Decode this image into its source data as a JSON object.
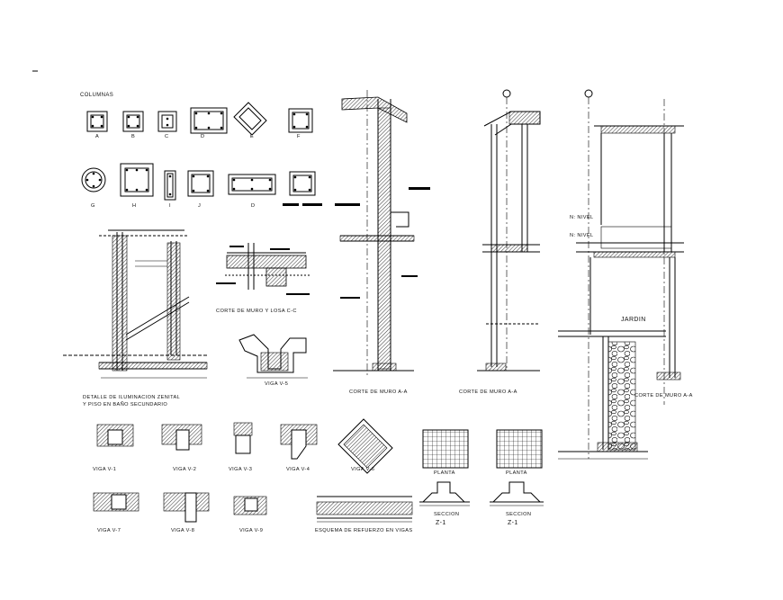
{
  "sheet": {
    "background": "#ffffff",
    "line_color": "#000000",
    "section_titles": {
      "columnas": "COLUMNAS",
      "corte_cc": "CORTE DE MURO  Y LOSA C-C",
      "detalle_line1": "DETALLE DE ILUMINACION ZENITAL",
      "detalle_line2": "Y PISO EN BAÑO SECUNDARIO",
      "viga_v5": "VIGA V-5",
      "corte_aa_1": "CORTE DE MURO  A-A",
      "corte_aa_2": "CORTE DE MURO  A-A",
      "corte_aa_3": "CORTE DE MURO  A-A",
      "jardin": "JARDIN",
      "n_nivel_1": "N: NIVEL",
      "n_nivel_2": "N: NIVEL",
      "esquema": "ESQUEMA DE REFUERZO EN VIGAS",
      "planta_1": "PLANTA",
      "planta_2": "PLANTA",
      "seccion_1": "SECCION",
      "seccion_2": "SECCION",
      "z1_1": "Z-1",
      "z1_2": "Z-1"
    },
    "column_labels": [
      "A",
      "B",
      "C",
      "D",
      "E",
      "F",
      "G",
      "H",
      "I",
      "J",
      "D"
    ],
    "viga_labels": [
      "VIGA V-1",
      "VIGA V-2",
      "VIGA V-3",
      "VIGA V-4",
      "VIGA V-6",
      "VIGA V-7",
      "VIGA V-8",
      "VIGA V-9"
    ]
  }
}
